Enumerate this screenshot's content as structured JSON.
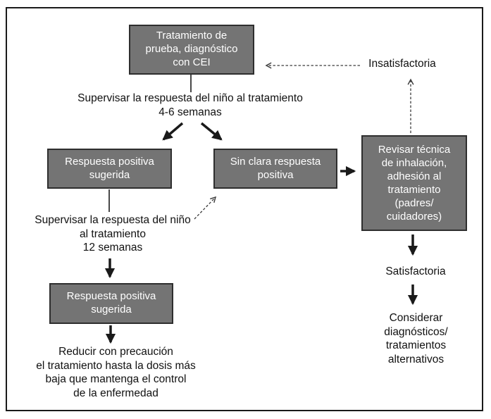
{
  "colors": {
    "box-fill": "#747474",
    "box-border": "#2e2e2e",
    "box-text": "#ffffff",
    "text": "#111111",
    "frame-border": "#1a1a1a",
    "arrow": "#1a1a1a",
    "dashed": "#3c3c3c"
  },
  "nodes": {
    "trial": {
      "label": "Tratamiento de\nprueba, diagnóstico\ncon CEI"
    },
    "positive1": {
      "label": "Respuesta positiva\nsugerida"
    },
    "unclear": {
      "label": "Sin clara respuesta\npositiva"
    },
    "revisar": {
      "label": "Revisar técnica\nde inhalación,\nadhesión al\ntratamiento\n(padres/\ncuidadores)"
    },
    "positive2": {
      "label": "Respuesta positiva\nsugerida"
    }
  },
  "labels": {
    "supervise_4_6": "Supervisar la respuesta del niño al tratamiento\n4-6 semanas",
    "insatisfactoria": "Insatisfactoria",
    "supervise_12": "Supervisar la respuesta del niño\nal tratamiento\n12 semanas",
    "reducir": "Reducir con precaución\nel tratamiento hasta la dosis más\nbaja que mantenga el control\nde la enfermedad",
    "satisfactoria": "Satisfactoria",
    "considerar": "Considerar\ndiagnósticos/\ntratamientos\nalternativos"
  }
}
